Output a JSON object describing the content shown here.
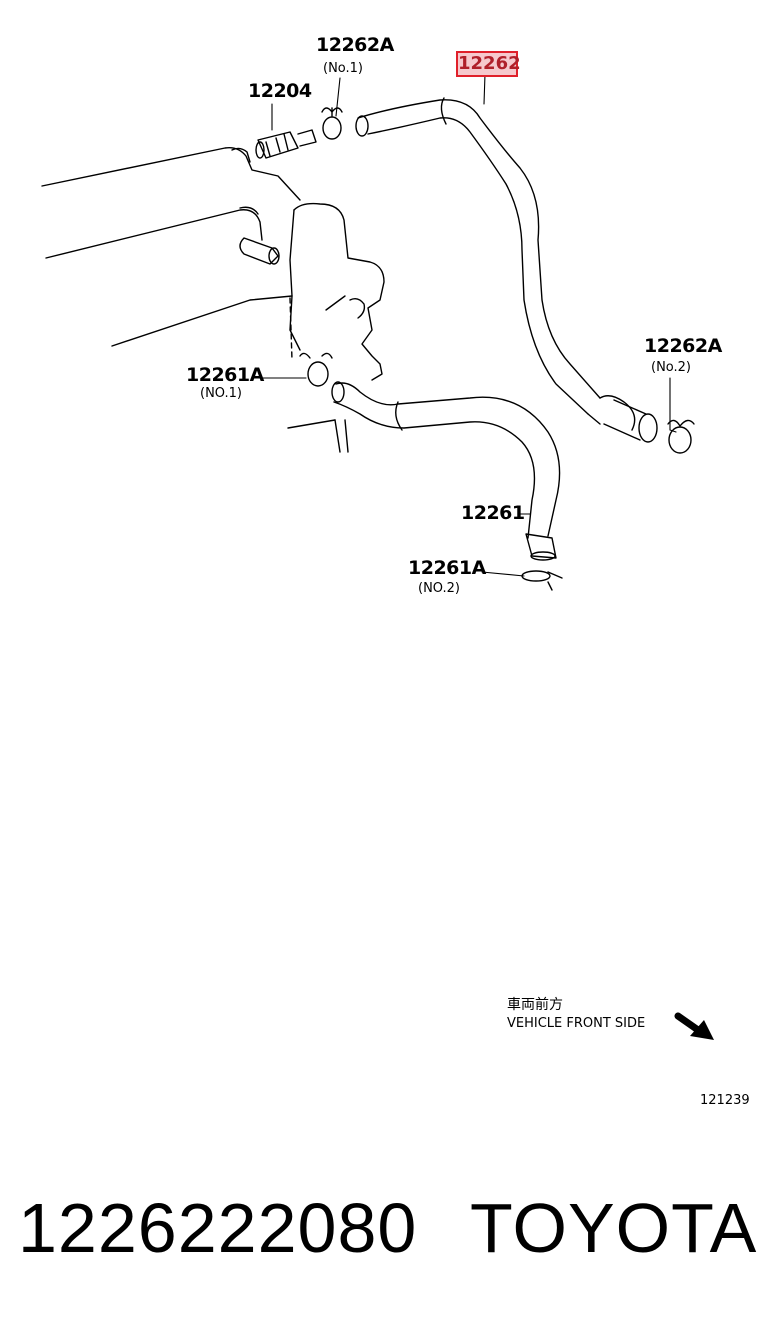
{
  "callouts": {
    "c12262A_1": {
      "code": "12262A",
      "sub": "(No.1)"
    },
    "c12204": {
      "code": "12204"
    },
    "c12262": {
      "code": "12262"
    },
    "c12262A_2": {
      "code": "12262A",
      "sub": "(No.2)"
    },
    "c12261A_1": {
      "code": "12261A",
      "sub": "(NO.1)"
    },
    "c12261": {
      "code": "12261"
    },
    "c12261A_2": {
      "code": "12261A",
      "sub": "(NO.2)"
    }
  },
  "front_indicator": {
    "jp": "車両前方",
    "en": "VEHICLE FRONT SIDE",
    "arrow_icon": "arrow-down-right-icon"
  },
  "ref_number": "121239",
  "footer": {
    "part_number": "1226222080",
    "brand": "TOYOTA"
  },
  "colors": {
    "highlight_border": "#e0202a",
    "highlight_fill": "#f6c9cd"
  }
}
